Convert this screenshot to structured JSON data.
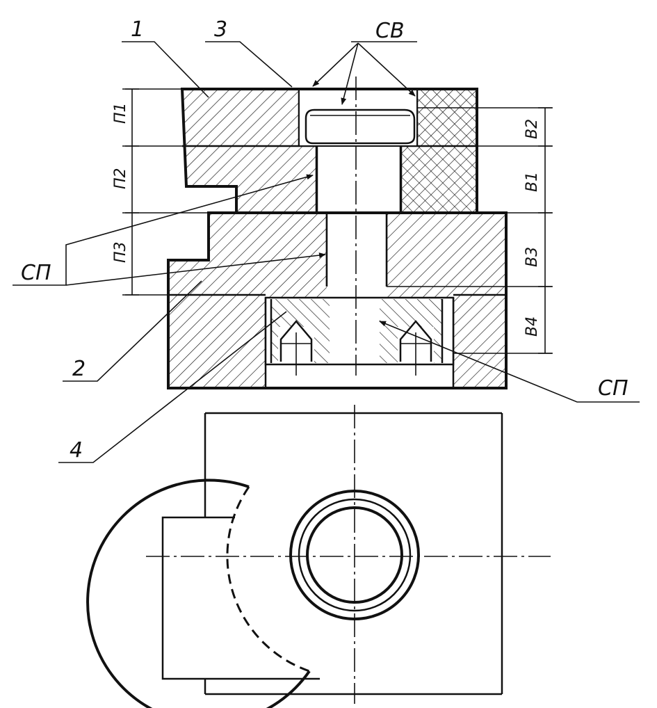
{
  "callouts": {
    "part1": "1",
    "part2": "2",
    "part3": "3",
    "part4": "4",
    "weld_top": "СВ",
    "fit_left": "СП",
    "fit_right": "СП"
  },
  "dimensions": {
    "left": [
      "П1",
      "П2",
      "П3"
    ],
    "right": [
      "В2",
      "В1",
      "В3",
      "В4"
    ]
  }
}
